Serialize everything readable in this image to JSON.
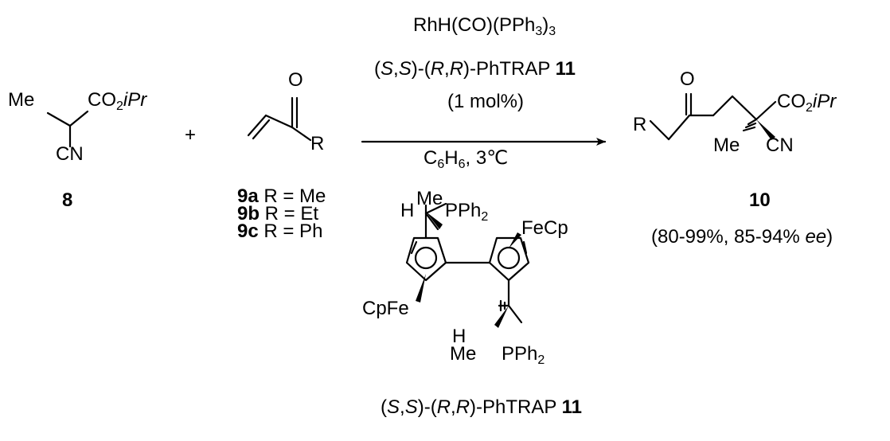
{
  "reactant_8": {
    "methyl": "Me",
    "ester_co2": "CO",
    "ester_sub": "2",
    "ester_ipr": "iPr",
    "nitrile": "CN",
    "label": "8"
  },
  "plus_sign": "+",
  "reactant_9": {
    "oxygen": "O",
    "r_group": "R",
    "variants": [
      {
        "id": "9a",
        "text": " R = Me"
      },
      {
        "id": "9b",
        "text": " R = Et"
      },
      {
        "id": "9c",
        "text": " R = Ph"
      }
    ]
  },
  "conditions": {
    "catalyst_pre": "RhH(CO)(PPh",
    "catalyst_sub": "3",
    "catalyst_post": ")",
    "catalyst_sub2": "3",
    "ligand_open": "(",
    "ligand_s1": "S",
    "ligand_comma1": ",",
    "ligand_s2": "S",
    "ligand_mid": ")-(",
    "ligand_r1": "R",
    "ligand_comma2": ",",
    "ligand_r2": "R",
    "ligand_close": ")-PhTRAP ",
    "ligand_num": "11",
    "loading": "(1 mol%)",
    "solvent_c": "C",
    "solvent_sub1": "6",
    "solvent_h": "H",
    "solvent_sub2": "6",
    "solvent_temp": ", 3℃"
  },
  "product_10": {
    "oxygen": "O",
    "r_group": "R",
    "ester_co2": "CO",
    "ester_sub": "2",
    "ester_ipr": "iPr",
    "methyl": "Me",
    "nitrile": "CN",
    "label": "10",
    "yield_text": "(80-99%, 85-94% ",
    "ee_text": "ee",
    "yield_close": ")"
  },
  "ligand_11": {
    "h_top": "H",
    "me_top": "Me",
    "pph2_top": "PPh",
    "pph2_top_sub": "2",
    "fecp": "FeCp",
    "cpfe": "CpFe",
    "h_bottom": "H",
    "me_bottom": "Me",
    "pph2_bottom": "PPh",
    "pph2_bottom_sub": "2",
    "name_open": "(",
    "name_s1": "S",
    "name_c1": ",",
    "name_s2": "S",
    "name_mid": ")-(",
    "name_r1": "R",
    "name_c2": ",",
    "name_r2": "R",
    "name_close": ")-PhTRAP ",
    "name_num": "11"
  }
}
